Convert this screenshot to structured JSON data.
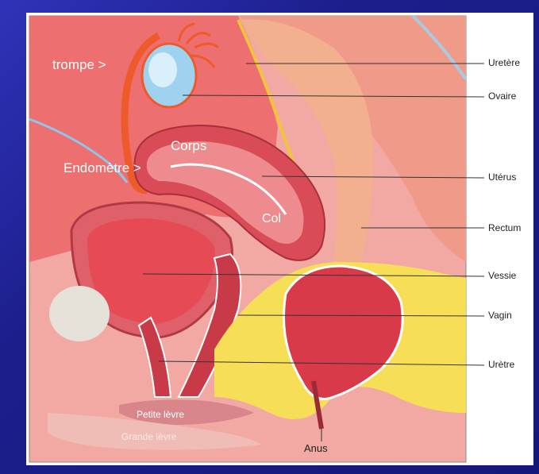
{
  "diagram": {
    "labels_right": [
      "Uretère",
      "Ovaire",
      "Utérus",
      "Rectum",
      "Vessie",
      "Vagin",
      "Urètre"
    ],
    "label_bottom": "Anus",
    "labels_inside": {
      "trompe": "trompe >",
      "corps": "Corps",
      "endometre": "Endomètre >",
      "col": "Col",
      "petite_levre": "Petite lèvre",
      "grande_levre": "Grande lèvre"
    }
  }
}
